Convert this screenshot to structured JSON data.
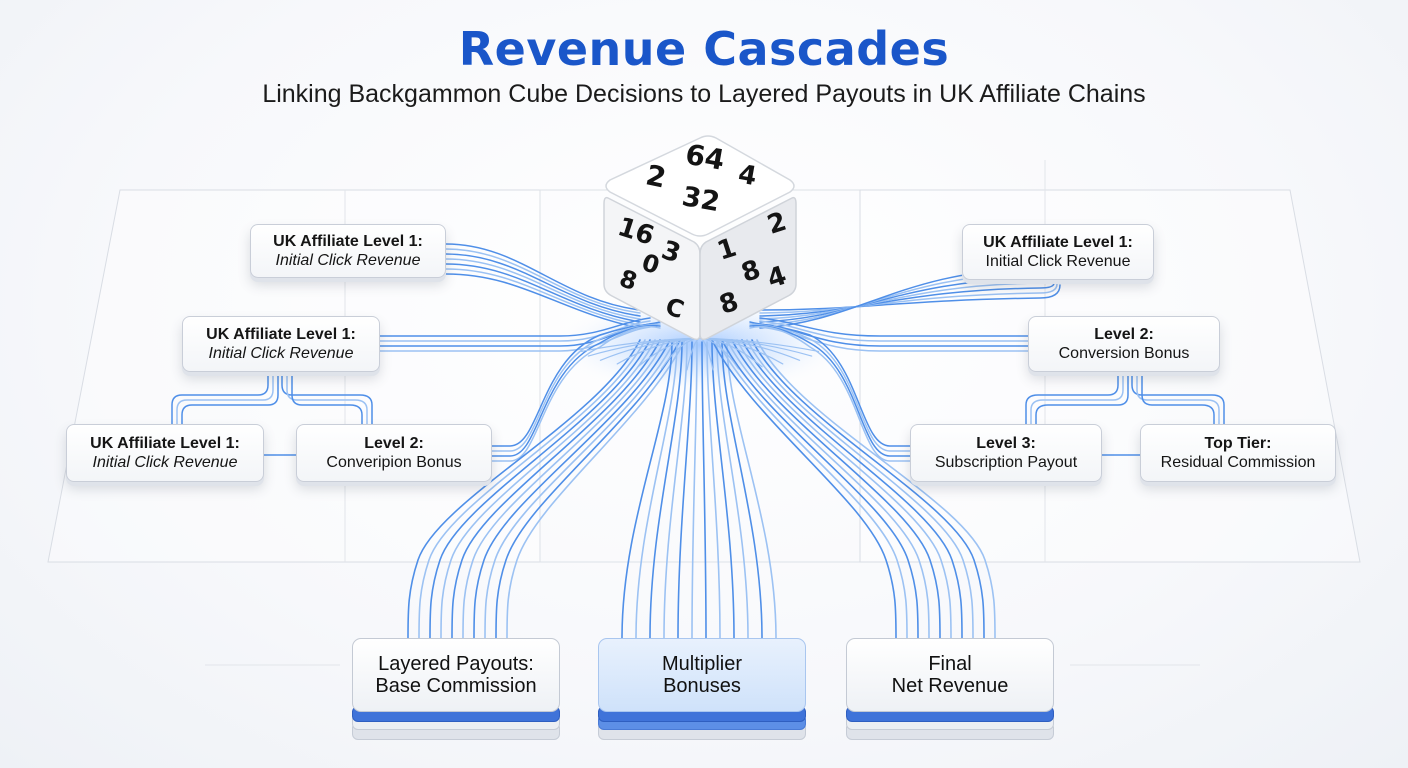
{
  "header": {
    "title": "Revenue Cascades",
    "subtitle": "Linking Backgammon Cube Decisions to Layered Payouts in UK Affiliate Chains"
  },
  "colors": {
    "title": "#1a56c9",
    "flow_line": "#4f8fe8",
    "flow_line_light": "#9cc2f3",
    "glow": "#6aa6ff",
    "multiplier_fill": "#d7e7fb",
    "layer_blue": "#3f73d9"
  },
  "cube": {
    "icon": "doubling-cube-icon",
    "top_face": [
      "64",
      "4",
      "2",
      "32"
    ],
    "left_face": [
      "16",
      "3",
      "0",
      "8"
    ],
    "right_face": [
      "2",
      "1",
      "8",
      "4",
      "8",
      "C"
    ]
  },
  "left_nodes": [
    {
      "line1": "UK Affiliate Level 1:",
      "line2": "Initial Click Revenue"
    },
    {
      "line1": "UK Affiliate Level 1:",
      "line2": "Initial Click Revenue"
    },
    {
      "line1": "UK Affiliate Level 1:",
      "line2": "Initial Click Revenue"
    },
    {
      "line1": "Level 2:",
      "line2": "Converipion Bonus"
    }
  ],
  "right_nodes": [
    {
      "line1": "UK Affiliate Level 1:",
      "line2": "Initial Click Revenue"
    },
    {
      "line1": "Level 2:",
      "line2": "Conversion Bonus"
    },
    {
      "line1": "Level 3:",
      "line2": "Subscription Payout"
    },
    {
      "line1": "Top Tier:",
      "line2": "Residual Commission"
    }
  ],
  "bottom_stacks": [
    {
      "line1": "Layered Payouts:",
      "line2": "Base Commission"
    },
    {
      "line1": "Multiplier",
      "line2": "Bonuses"
    },
    {
      "line1": "Final",
      "line2": "Net Revenue"
    }
  ]
}
